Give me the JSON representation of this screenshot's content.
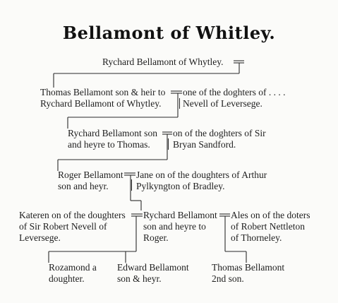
{
  "title": "Bellamont of Whitley.",
  "people": {
    "richard1": "Rychard Bellamont of Whytley.",
    "thomas1_l1": "Thomas Bellamont son & heir to",
    "thomas1_l2": "Rychard Bellamont of Whytley.",
    "nevell_l1": "one of the doghters of . . . .",
    "nevell_l2": "Nevell of Leversege.",
    "richard2_l1": "Rychard Bellamont son",
    "richard2_l2": "and heyre to Thomas.",
    "sandford_l1": "on of the doghters of Sir",
    "sandford_l2": "Bryan Sandford.",
    "roger_l1": "Roger Bellamont",
    "roger_l2": "son and heyr.",
    "jane_l1": "Jane on of the doughters of Arthur",
    "jane_l2": "Pylkyngton of Bradley.",
    "kateren_l1": "Kateren on of the doughters",
    "kateren_l2": "of Sir Robert Nevell of",
    "kateren_l3": "Leversege.",
    "richard3_l1": "Rychard Bellamont",
    "richard3_l2": "son and heyre to",
    "richard3_l3": "Roger.",
    "ales_l1": "Ales on of the doters",
    "ales_l2": "of Robert Nettleton",
    "ales_l3": "of Thorneley.",
    "rozamond_l1": "Rozamond a",
    "rozamond_l2": "doughter.",
    "edward_l1": "Edward Bellamont",
    "edward_l2": "son & heyr.",
    "thomas2_l1": "Thomas Bellamont",
    "thomas2_l2": "2nd son."
  }
}
